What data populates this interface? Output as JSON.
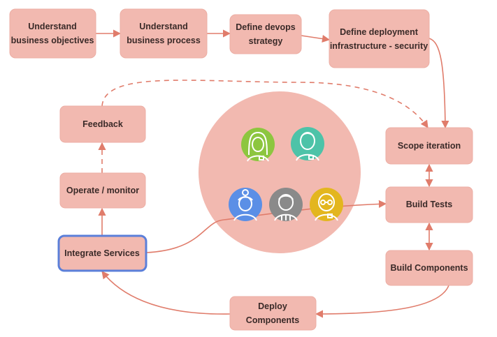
{
  "diagram": {
    "nodes": {
      "understand_objectives": {
        "lines": [
          "Understand",
          "business objectives"
        ]
      },
      "understand_process": {
        "lines": [
          "Understand",
          "business process"
        ]
      },
      "devops_strategy": {
        "lines": [
          "Define devops",
          "strategy"
        ]
      },
      "deployment_infra": {
        "lines": [
          "Define deployment",
          "infrastructure - security"
        ]
      },
      "scope_iteration": {
        "lines": [
          "Scope iteration"
        ]
      },
      "build_tests": {
        "lines": [
          "Build Tests"
        ]
      },
      "build_components": {
        "lines": [
          "Build Components"
        ]
      },
      "deploy_components": {
        "lines": [
          "Deploy",
          "Components"
        ]
      },
      "integrate_services": {
        "lines": [
          "Integrate Services"
        ]
      },
      "operate_monitor": {
        "lines": [
          "Operate / monitor"
        ]
      },
      "feedback": {
        "lines": [
          "Feedback"
        ]
      }
    },
    "team_avatars": [
      {
        "icon": "woman-avatar-icon",
        "color": "#8dc63f"
      },
      {
        "icon": "man-avatar-icon",
        "color": "#4dc3a8"
      },
      {
        "icon": "woman-avatar-icon",
        "color": "#5b8fe6"
      },
      {
        "icon": "man-avatar-icon",
        "color": "#8a8a8a"
      },
      {
        "icon": "glasses-avatar-icon",
        "color": "#e3b61f"
      }
    ],
    "colors": {
      "node_fill": "#f2b9b0",
      "edge": "#e07c6b",
      "selected_border": "#5b7fd9",
      "hub_fill": "#f2b9b0"
    }
  }
}
